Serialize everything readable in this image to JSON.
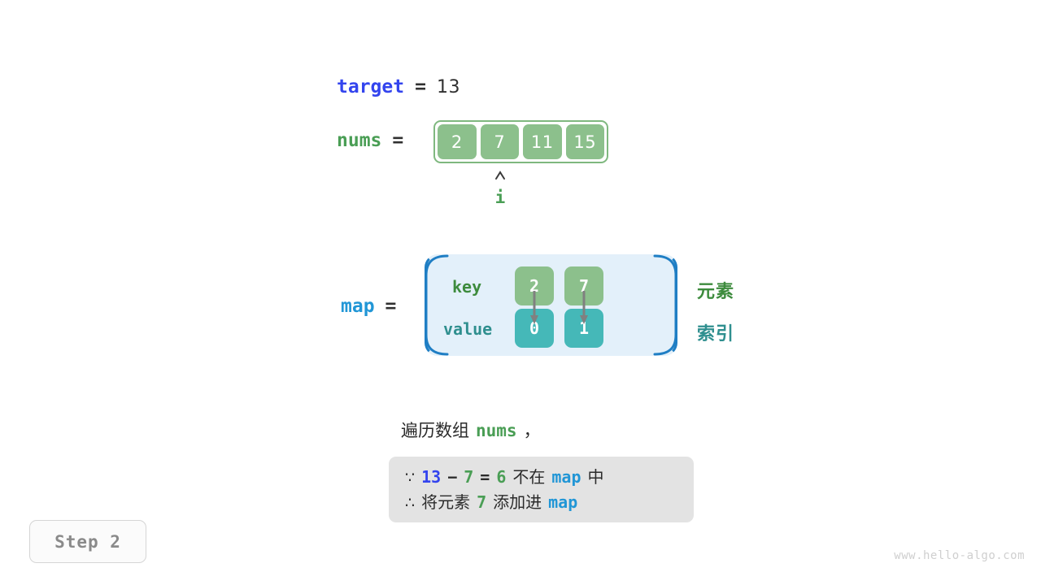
{
  "target": {
    "name": "target",
    "equals": "=",
    "value": "13"
  },
  "nums": {
    "name": "nums",
    "equals": "=",
    "cells": [
      "2",
      "7",
      "11",
      "15"
    ],
    "pointer": {
      "caret": "⌃",
      "label": "i",
      "index": 1
    }
  },
  "map": {
    "name": "map",
    "equals": "=",
    "key_row_label": "key",
    "value_row_label": "value",
    "keys": [
      "2",
      "7"
    ],
    "values": [
      "0",
      "1"
    ],
    "side_labels": {
      "element": "元素",
      "index": "索引"
    }
  },
  "caption": {
    "prefix": "遍历数组",
    "code": "nums",
    "suffix": "，"
  },
  "info_box": {
    "line1": {
      "symbol": "∵",
      "a": "13",
      "minus": "−",
      "b": "7",
      "eq": "=",
      "result": "6",
      "text": "不在",
      "code": "map",
      "tail": "中"
    },
    "line2": {
      "symbol": "∴",
      "text1": "将元素",
      "code1": "7",
      "text2": "添加进",
      "code2": "map"
    }
  },
  "step_badge": {
    "label": "Step 2"
  },
  "watermark": {
    "text": "www.hello-algo.com"
  },
  "colors": {
    "target_blue": "#3344ee",
    "nums_green": "#4a9e55",
    "map_blue": "#2196d6",
    "cell_green": "#8cc08c",
    "cell_teal": "#45b8b8",
    "map_bg": "#e3f0fa",
    "map_border": "#1f7ec4",
    "info_bg": "#e3e3e3",
    "arrow_gray": "#808080"
  }
}
